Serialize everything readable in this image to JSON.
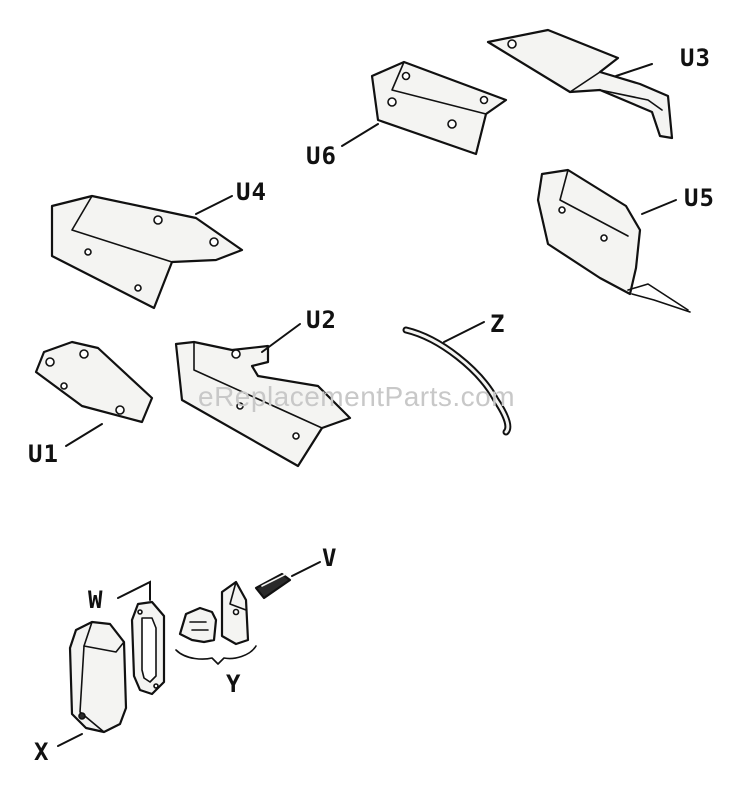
{
  "callouts": {
    "u3": "U3",
    "u6": "U6",
    "u4": "U4",
    "u5": "U5",
    "u2": "U2",
    "z": "Z",
    "u1": "U1",
    "v": "V",
    "w": "W",
    "y": "Y",
    "x": "X"
  },
  "watermark": "eReplacementParts.com"
}
